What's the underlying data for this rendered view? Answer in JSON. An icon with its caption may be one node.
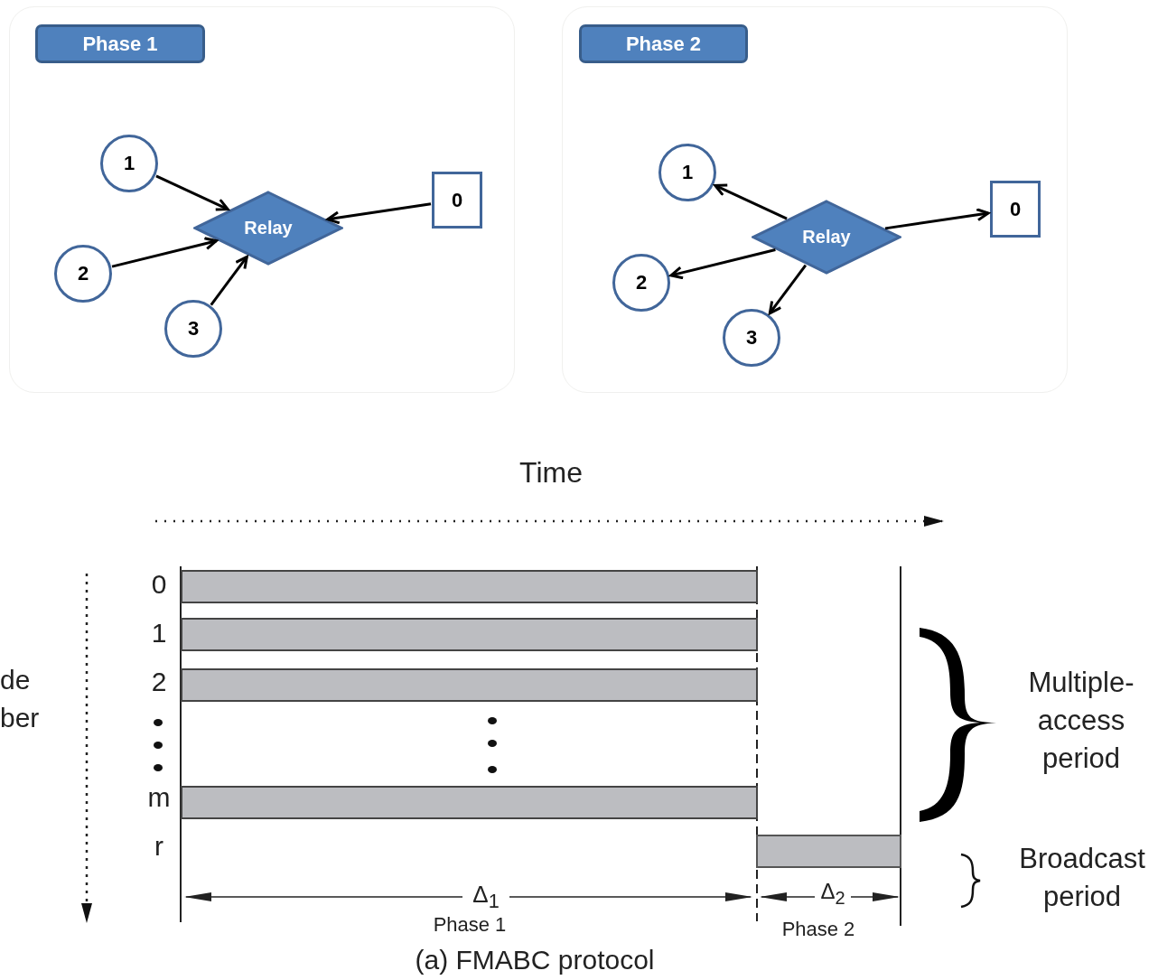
{
  "diagram": {
    "caption": "(a) FMABC protocol",
    "nodes": [
      {
        "text": [],
        "shape": "box"
      },
      {
        "text": [
          "Phase 1"
        ],
        "in": 0
      },
      {
        "text": [
          "1"
        ],
        "in": 0
      },
      {
        "text": [
          "Relay"
        ],
        "in": 0
      },
      {
        "text": [
          "0"
        ],
        "in": 0
      },
      {
        "text": [
          "2"
        ],
        "in": 0
      },
      {
        "text": [
          "3"
        ],
        "in": 0
      },
      {
        "text": [],
        "shape": "box"
      },
      {
        "text": [
          "Phase 2"
        ],
        "in": 7
      },
      {
        "text": [
          "1"
        ],
        "in": 7
      },
      {
        "text": [
          "Relay"
        ],
        "in": 7
      },
      {
        "text": [
          "0"
        ],
        "in": 7
      },
      {
        "text": [
          "2"
        ],
        "in": 7
      },
      {
        "text": [
          "3"
        ],
        "in": 7
      }
    ],
    "edges": [
      {
        "from": 2,
        "to": 3,
        "arrow": "to"
      },
      {
        "from": 5,
        "to": 3,
        "arrow": "to"
      },
      {
        "from": 6,
        "to": 3,
        "arrow": "to"
      },
      {
        "from": 4,
        "to": 3,
        "arrow": "to"
      },
      {
        "from": 10,
        "to": 9,
        "arrow": "to"
      },
      {
        "from": 10,
        "to": 12,
        "arrow": "to"
      },
      {
        "from": 10,
        "to": 13,
        "arrow": "to"
      },
      {
        "from": 10,
        "to": 11,
        "arrow": "to"
      }
    ],
    "labels": [
      "Time",
      "0",
      "1",
      "de ber",
      "2",
      "m",
      "r",
      "Multiple- access period",
      "Broadcast period",
      "Δ$_{1}$",
      "Δ$_{2}$",
      "Phase 1",
      "Phase 2"
    ]
  }
}
